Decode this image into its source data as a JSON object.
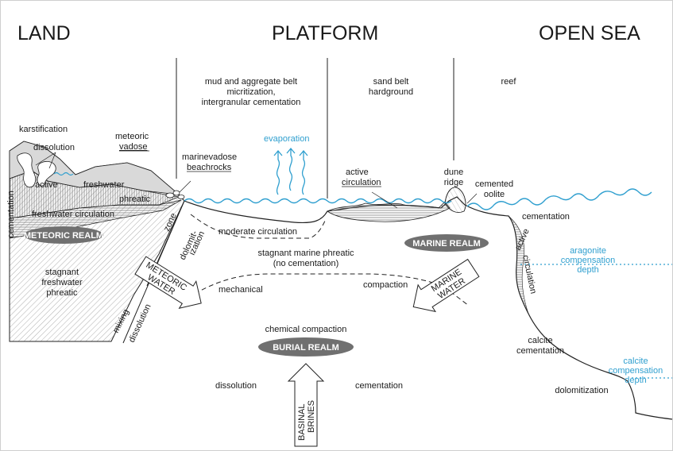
{
  "headings": {
    "land": "LAND",
    "platform": "PLATFORM",
    "open_sea": "OPEN SEA"
  },
  "zones": {
    "mud_belt": [
      "mud and aggregate belt",
      "micritization,",
      "intergranular cementation"
    ],
    "sand_belt": [
      "sand belt",
      "hardground"
    ],
    "reef": "reef"
  },
  "labels": {
    "karstification": "karstification",
    "dissolution_top": "dissolution",
    "meteoric_vadose": [
      "meteoric",
      "vadose"
    ],
    "active": "active",
    "freshwater": "freshwater",
    "phreatic": "phreatic",
    "freshwater_circulation": "freshwater circulation",
    "cementation_vertical": "cementation",
    "stagnant_freshwater": [
      "stagnant",
      "freshwater",
      "phreatic"
    ],
    "mixing": "mixing",
    "dissolution_diag": "dissolution",
    "zone": "zone",
    "dolomitization": [
      "dolomit-",
      "ization"
    ],
    "marinevadose": [
      "marinevadose",
      "beachrocks"
    ],
    "evaporation": "evaporation",
    "active_circulation": [
      "active",
      "circulation"
    ],
    "dune_ridge": [
      "dune",
      "ridge"
    ],
    "cemented_oolite": [
      "cemented",
      "oolite"
    ],
    "moderate_circulation": "moderate circulation",
    "stagnant_marine": [
      "stagnant marine phreatic",
      "(no cementation)"
    ],
    "mechanical": "mechanical",
    "compaction": "compaction",
    "cementation_right": "cementation",
    "active_circ_slope": [
      "active",
      "circulation"
    ],
    "aragonite": [
      "aragonite",
      "compensation",
      "depth"
    ],
    "chemical_compaction": "chemical compaction",
    "calcite_cementation": [
      "calcite",
      "cementation"
    ],
    "calcite_compensation": [
      "calcite",
      "compensation",
      "depth"
    ],
    "dissolution_bottom": "dissolution",
    "cementation_bottom": "cementation",
    "dolomitization_bottom": "dolomitization"
  },
  "realms": {
    "meteoric": "METEORIC REALM",
    "marine": "MARINE REALM",
    "burial": "BURIAL REALM"
  },
  "arrows": {
    "meteoric_water": [
      "METEORIC",
      "WATER"
    ],
    "marine_water": [
      "MARINE",
      "WATER"
    ],
    "basinal_brines": [
      "BASINAL",
      "BRINES"
    ]
  },
  "colors": {
    "water_blue": "#2f9fcf",
    "realm_fill": "#707070",
    "land_fill": "#ececec",
    "ink": "#1a1a1a"
  }
}
